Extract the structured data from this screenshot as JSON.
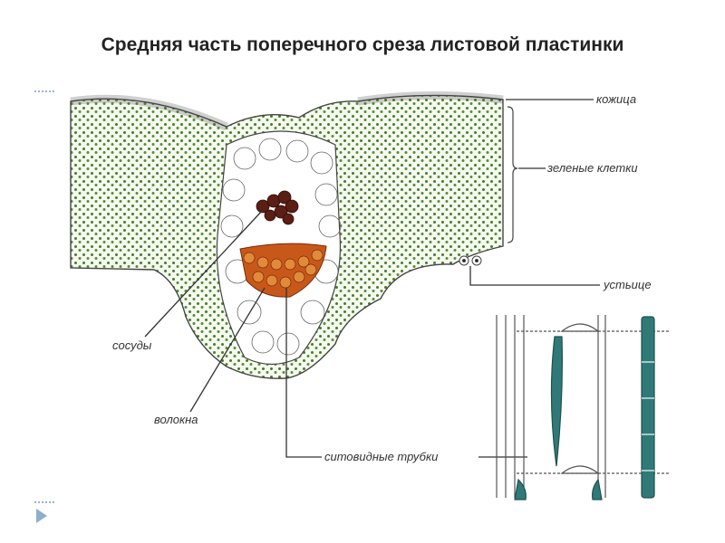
{
  "slide": {
    "title": "Средняя часть поперечного среза листовой пластинки",
    "nav_icon": "play-triangle-icon"
  },
  "diagram": {
    "labels": {
      "epidermis": "кожица",
      "green_cells": "зеленые клетки",
      "stoma": "устьице",
      "vessels": "сосуды",
      "fibers": "волокна",
      "sieve_tubes": "ситовидные трубки"
    },
    "colors": {
      "chloroplast": "#4a7a2a",
      "cell_fill": "#f4faf0",
      "vessels": "#5a1e14",
      "fibers": "#c8581a",
      "sieve_tube": "#2f7a78",
      "outline": "#444444",
      "accent": "#8fb0cc"
    }
  }
}
